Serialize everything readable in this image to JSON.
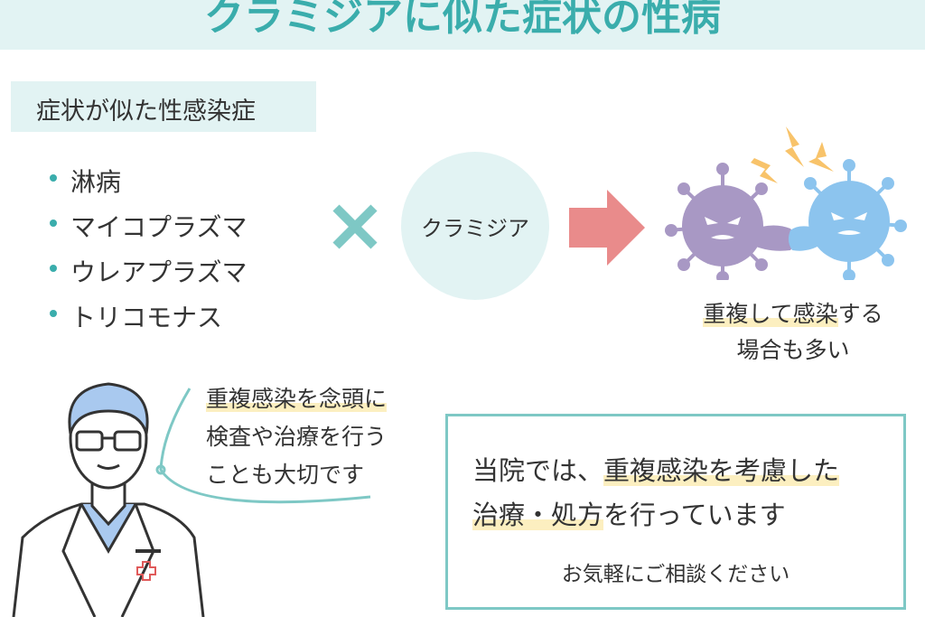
{
  "header": {
    "title": "クラミジアに似た症状の性病"
  },
  "similar": {
    "heading": "症状が似た性感染症",
    "items": [
      "淋病",
      "マイコプラズマ",
      "ウレアプラズマ",
      "トリコモナス"
    ]
  },
  "center": {
    "label": "クラミジア"
  },
  "result": {
    "line1_highlight": "重複して感染",
    "line1_rest": "する",
    "line2": "場合も多い"
  },
  "doctor": {
    "line1": "重複感染を念頭に",
    "line2": "検査や治療を行う",
    "line3": "ことも大切です"
  },
  "info": {
    "line1_pre": "当院では、",
    "line1_highlight": "重複感染を考慮した",
    "line2_highlight": "治療・処方",
    "line2_rest": "を行っています",
    "line3": "お気軽にご相談ください"
  },
  "colors": {
    "teal": "#3aadac",
    "light": "#e2f3f3",
    "arrow": "#e98b8b",
    "purple": "#a898c4",
    "blue": "#8cc4ee",
    "bolt": "#f8c36a"
  }
}
